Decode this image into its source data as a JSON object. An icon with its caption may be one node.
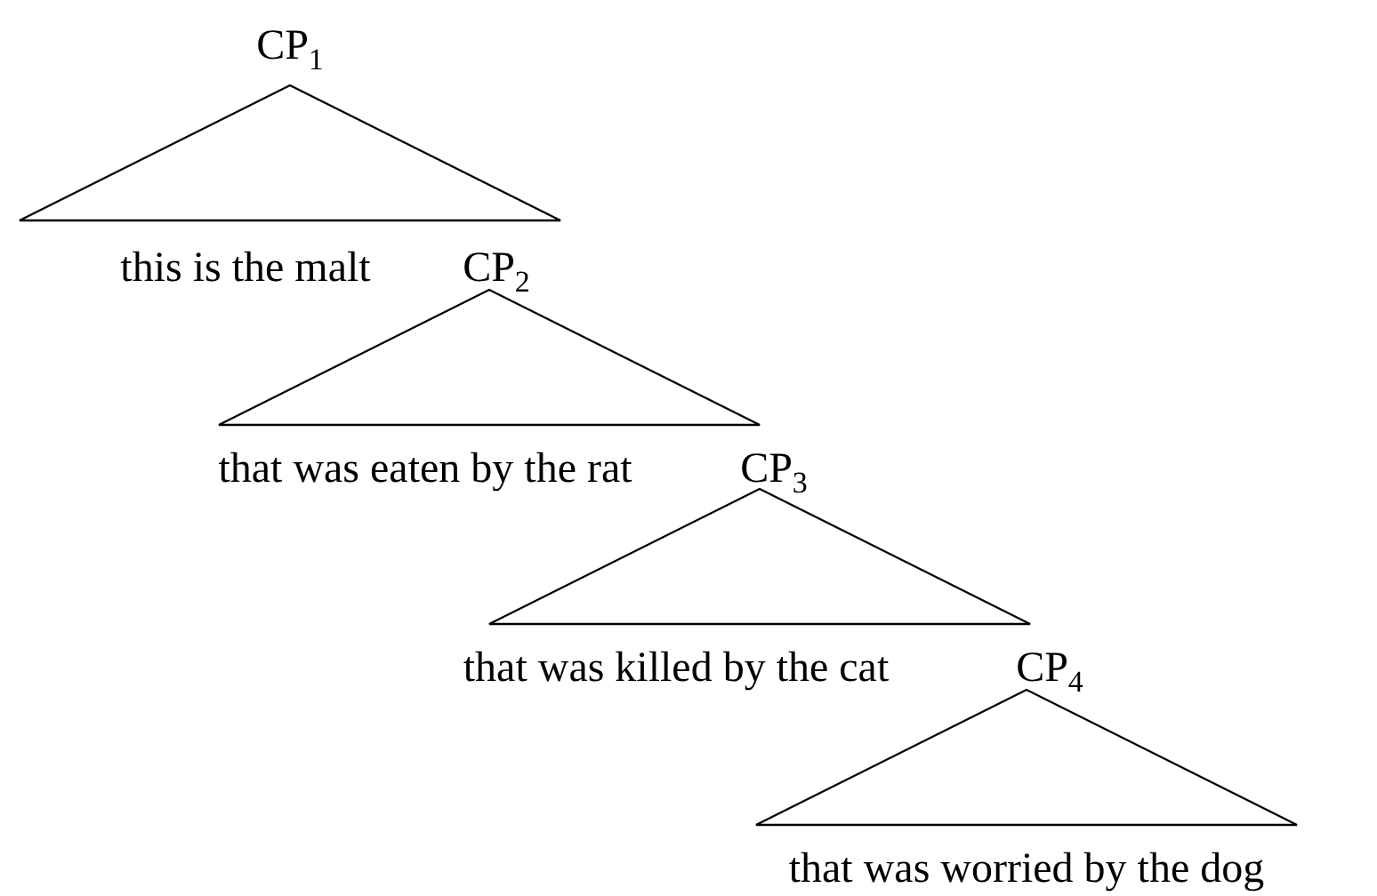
{
  "diagram": {
    "nodes": [
      {
        "text": [],
        "shape": "triangle"
      },
      {
        "text": [],
        "shape": "triangle"
      },
      {
        "text": [],
        "shape": "triangle"
      },
      {
        "text": [],
        "shape": "triangle"
      }
    ],
    "labels": [
      "CP$_{1}$",
      "this is the malt",
      "CP$_{2}$",
      "that was eaten by the rat",
      "CP$_{3}$",
      "that was killed by the cat",
      "CP$_{4}$",
      "that was worried by the dog"
    ]
  }
}
